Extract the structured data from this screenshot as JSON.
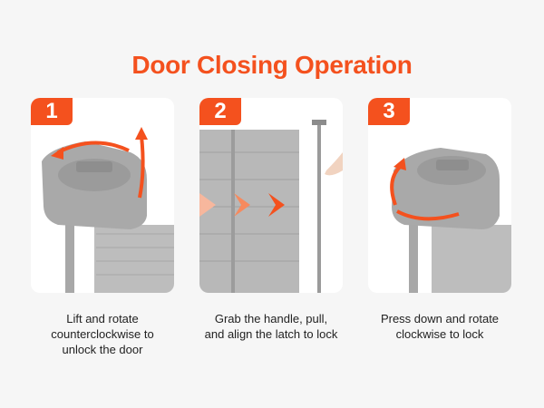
{
  "title": "Door Closing Operation",
  "steps": [
    {
      "number": "1",
      "caption": [
        "Lift and rotate",
        "counterclockwise to",
        "unlock the door"
      ]
    },
    {
      "number": "2",
      "caption": [
        "Grab the handle, pull,",
        "and align the latch to lock"
      ]
    },
    {
      "number": "3",
      "caption": [
        "Press down and rotate",
        "clockwise to lock"
      ]
    }
  ],
  "colors": {
    "accent": "#f4511e",
    "background": "#f6f6f6",
    "part": "#9a9a9a"
  }
}
